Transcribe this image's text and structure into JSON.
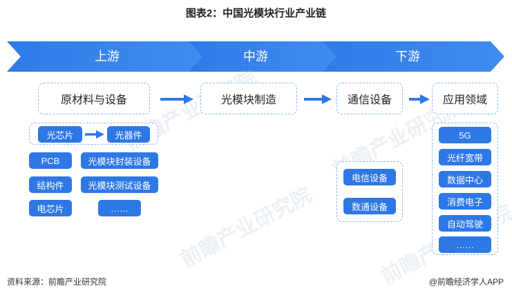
{
  "title": "图表2：中国光模块行业产业链",
  "stages": {
    "upstream": "上游",
    "midstream": "中游",
    "downstream": "下游"
  },
  "main_boxes": {
    "raw_materials": "原材料与设备",
    "module_manufacturing": "光模块制造",
    "telecom_equipment": "通信设备",
    "applications": "应用领域"
  },
  "upstream_items": {
    "optical_chip": "光芯片",
    "optical_device": "光器件",
    "pcb": "PCB",
    "structural_part": "结构件",
    "electrical_chip": "电芯片",
    "packaging_equipment": "光模块封装设备",
    "testing_equipment": "光模块测试设备",
    "more": "……"
  },
  "telecom_items": [
    "电信设备",
    "数通设备"
  ],
  "application_items": [
    "5G",
    "光纤宽带",
    "数据中心",
    "消费电子",
    "自动驾驶",
    "……"
  ],
  "watermark": "前瞻产业研究院",
  "footer": {
    "source": "资料来源：前瞻产业研究院",
    "credit": "@前瞻经济学人APP"
  },
  "colors": {
    "accent": "#2e78e6",
    "dashed_border": "#8fb4ee"
  }
}
